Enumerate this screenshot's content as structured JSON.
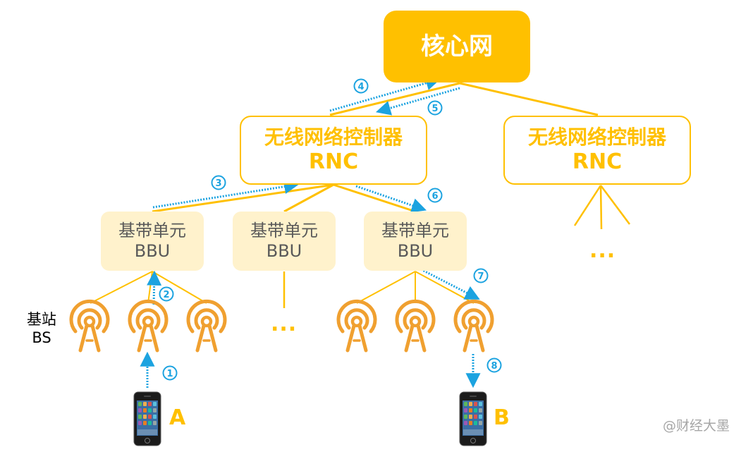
{
  "diagram": {
    "title": "Mobile network call flow",
    "core_network": {
      "label": "核心网"
    },
    "rncs": [
      {
        "line1": "无线网络控制器",
        "line2": "RNC"
      },
      {
        "line1": "无线网络控制器",
        "line2": "RNC"
      }
    ],
    "bbus": [
      {
        "line1": "基带单元",
        "line2": "BBU"
      },
      {
        "line1": "基带单元",
        "line2": "BBU"
      },
      {
        "line1": "基带单元",
        "line2": "BBU"
      }
    ],
    "base_station_label": {
      "line1": "基站",
      "line2": "BS"
    },
    "phones": [
      {
        "label": "A"
      },
      {
        "label": "B"
      }
    ],
    "ellipses": [
      "...",
      "...",
      "..."
    ],
    "steps": [
      "①",
      "②",
      "③",
      "④",
      "⑤",
      "⑥",
      "⑦",
      "⑧"
    ],
    "colors": {
      "link": "#FFC000",
      "flow": "#1CA3E0",
      "tower": "#F0A030",
      "bbu_fill": "#FFF2CC",
      "bbu_text": "#595959"
    }
  },
  "watermark": "@财经大墨"
}
